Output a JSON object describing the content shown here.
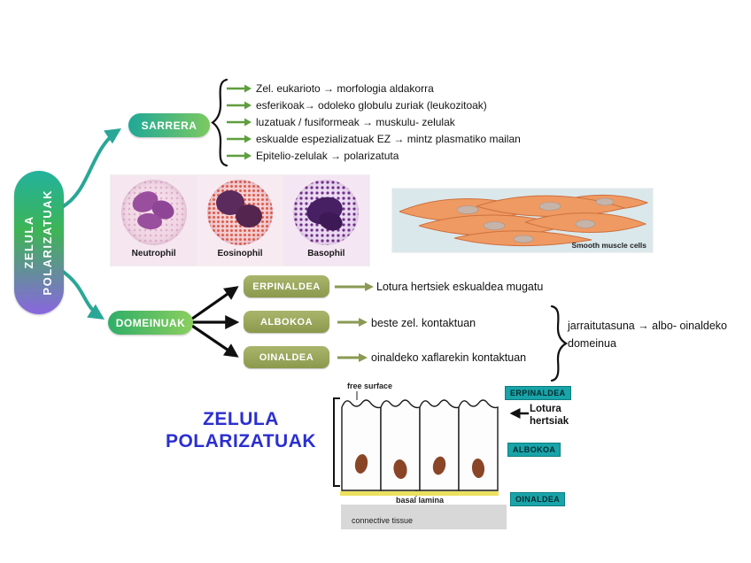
{
  "main": {
    "line1": "ZELULA",
    "line2": "POLARIZATUAK"
  },
  "sarrera": {
    "label": "SARRERA",
    "bullets": [
      "Zel. eukarioto → morfologia  aldakorra",
      "esferikoak→  odoleko globulu zuriak (leukozitoak)",
      "luzatuak / fusiformeak → muskulu- zelulak",
      "eskualde espezializatuak EZ → mintz plasmatiko mailan",
      "Epitelio-zelulak → polarizatuta"
    ]
  },
  "blood_panel": {
    "labels": [
      "Neutrophil",
      "Eosinophil",
      "Basophil"
    ]
  },
  "muscle_panel": {
    "caption": "Smooth muscle cells"
  },
  "domeinuak": {
    "label": "DOMEINUAK",
    "branches": [
      {
        "label": "ERPINALDEA",
        "desc": "Lotura hertsiek  eskualdea mugatu"
      },
      {
        "label": "ALBOKOA",
        "desc": "beste zel. kontaktuan"
      },
      {
        "label": "OINALDEA",
        "desc": "oinaldeko xaflarekin kontaktuan"
      }
    ],
    "note_line1": "jarraitutasuna → albo- oinaldeko",
    "note_line2": "domeinua"
  },
  "cell_diagram": {
    "title_line1": "ZELULA",
    "title_line2": "POLARIZATUAK",
    "free_surface": "free surface",
    "basal_lamina": "basal lamina",
    "connective_tissue": "connective tissue",
    "junction_line1": "Lotura",
    "junction_line2": "hertsiak",
    "tags": [
      "ERPINALDEA",
      "ALBOKOA",
      "OINALDEA"
    ]
  },
  "colors": {
    "teal": "#2aa796",
    "green": "#7cc960",
    "olive": "#93a356",
    "tag_teal": "#18a4a8",
    "title_blue": "#2b2fd0",
    "bullet_arrow_green": "#5f9e3e",
    "branch_arrow_olive": "#8a9a52"
  }
}
